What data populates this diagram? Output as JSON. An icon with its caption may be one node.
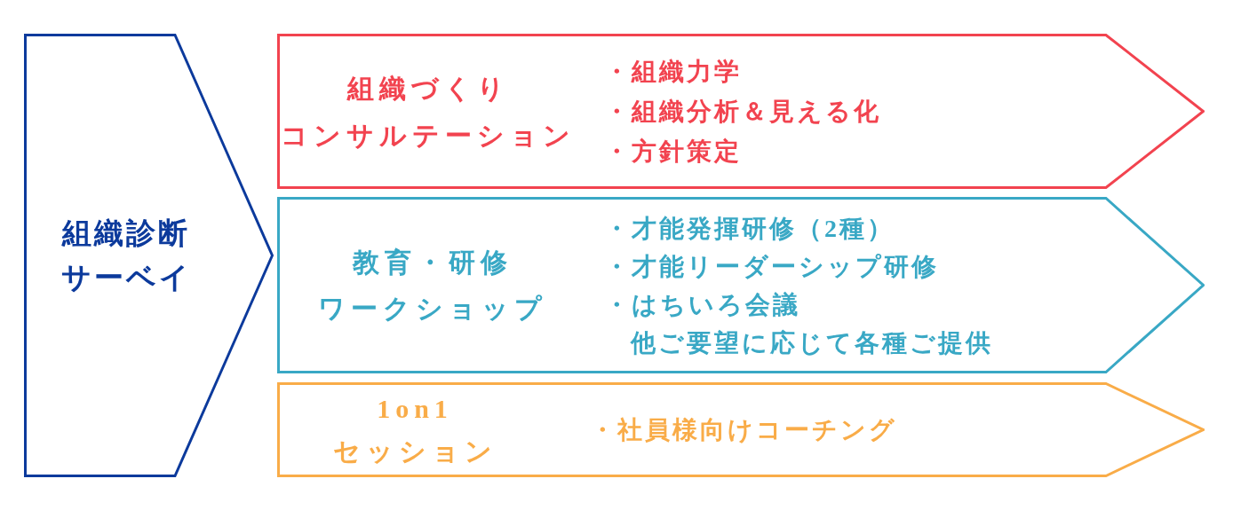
{
  "diagram": {
    "nodes": [
      {
        "text": [
          "組織診断サーベイ"
        ]
      },
      {
        "text": [
          "組織づくりコンサルテーション",
          "・組織力学",
          "・組織分析＆見える化",
          "・方針策定"
        ]
      },
      {
        "text": [
          "教育・研修ワークショップ",
          "・才能発揮研修（2種）",
          "・才能リーダーシップ研修",
          "・はちいろ会議",
          "他ご要望に応じて各種ご提供"
        ]
      },
      {
        "text": [
          "1on1セッション",
          "・社員様向けコーチング"
        ]
      }
    ]
  }
}
